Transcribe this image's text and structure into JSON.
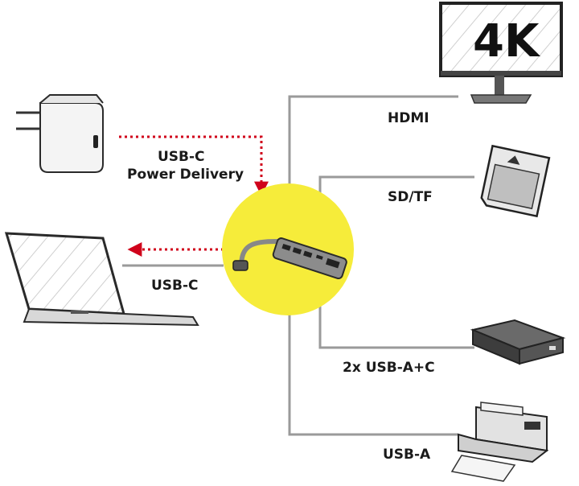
{
  "labels": {
    "hdmi": "HDMI",
    "sd": "SD/TF",
    "usbac": "2x USB-A+C",
    "usba": "USB-A",
    "usbc": "USB-C",
    "pd_line1": "USB-C",
    "pd_line2": "Power Delivery",
    "monitor_text": "4K"
  },
  "colors": {
    "arrow": "#d0021b",
    "hub_circle": "#f6ec3a",
    "line": "#9a9a9a"
  }
}
